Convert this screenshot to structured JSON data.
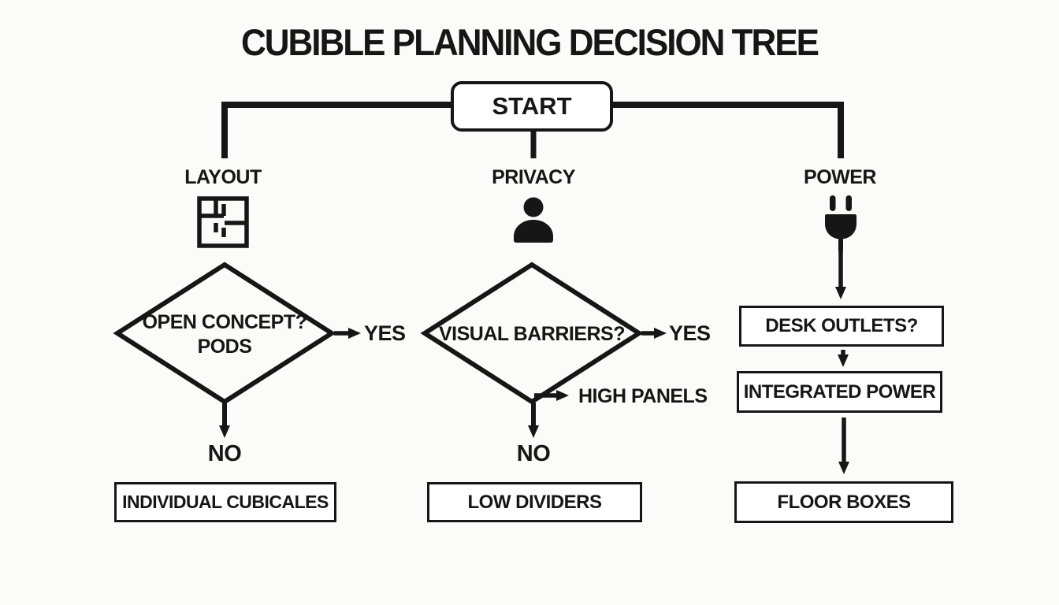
{
  "title": "CUBIBLE PLANNING DECISION TREE",
  "colors": {
    "background": "#fbfbfa",
    "ink": "#161616",
    "box_fill": "#ffffff"
  },
  "start": {
    "label": "START"
  },
  "branches": {
    "layout": {
      "label": "LAYOUT",
      "icon": "floor-plan-icon",
      "question_line1": "OPEN CONCEPT?",
      "question_line2": "PODS",
      "yes": "YES",
      "no": "NO",
      "outcome": "INDIVIDUAL CUBICALES"
    },
    "privacy": {
      "label": "PRIVACY",
      "icon": "person-icon",
      "question": "VISUAL BARRIERS?",
      "yes": "YES",
      "side_branch": "HIGH PANELS",
      "no": "NO",
      "outcome": "LOW DIVIDERS"
    },
    "power": {
      "label": "POWER",
      "icon": "power-plug-icon",
      "step1": "DESK OUTLETS?",
      "step2": "INTEGRATED POWER",
      "outcome": "FLOOR BOXES"
    }
  }
}
